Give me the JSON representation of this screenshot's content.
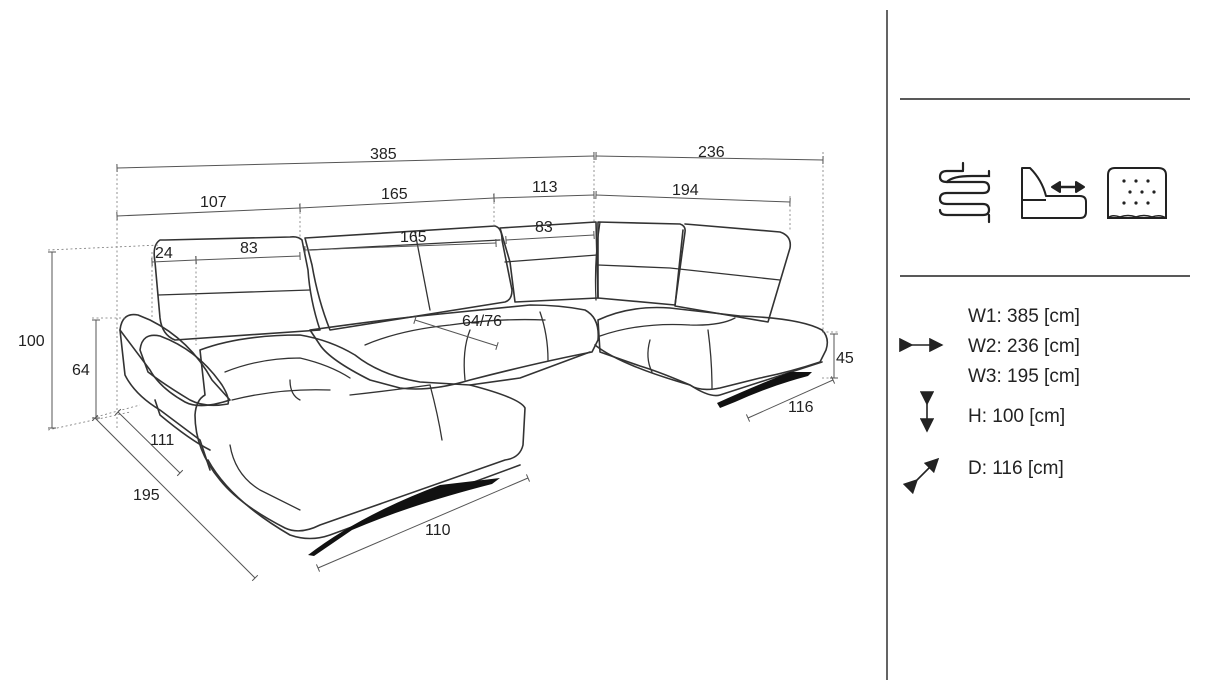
{
  "dimensions": {
    "total_width_w1": "385",
    "total_width_w2": "236",
    "segment_left": "107",
    "segment_middle": "165",
    "segment_corner": "113",
    "segment_right": "194",
    "left_armrest": "24",
    "left_back": "83",
    "middle_back": "165",
    "corner_back": "83",
    "backrest_height": "100",
    "seat_height_left": "64",
    "seat_height_right": "45",
    "seat_depth_adjustable": "64/76",
    "chaise_length_left": "195",
    "chaise_inner_left": "111",
    "chaise_width_left": "110",
    "right_depth": "116"
  },
  "feature_icons": [
    {
      "name": "spring-icon"
    },
    {
      "name": "adjustable-seat-icon"
    },
    {
      "name": "quilted-cushion-icon"
    }
  ],
  "specs": {
    "w1": "W1: 385 [cm]",
    "w2": "W2: 236 [cm]",
    "w3": "W3: 195 [cm]",
    "h": "H: 100 [cm]",
    "d": "D: 116 [cm]"
  }
}
